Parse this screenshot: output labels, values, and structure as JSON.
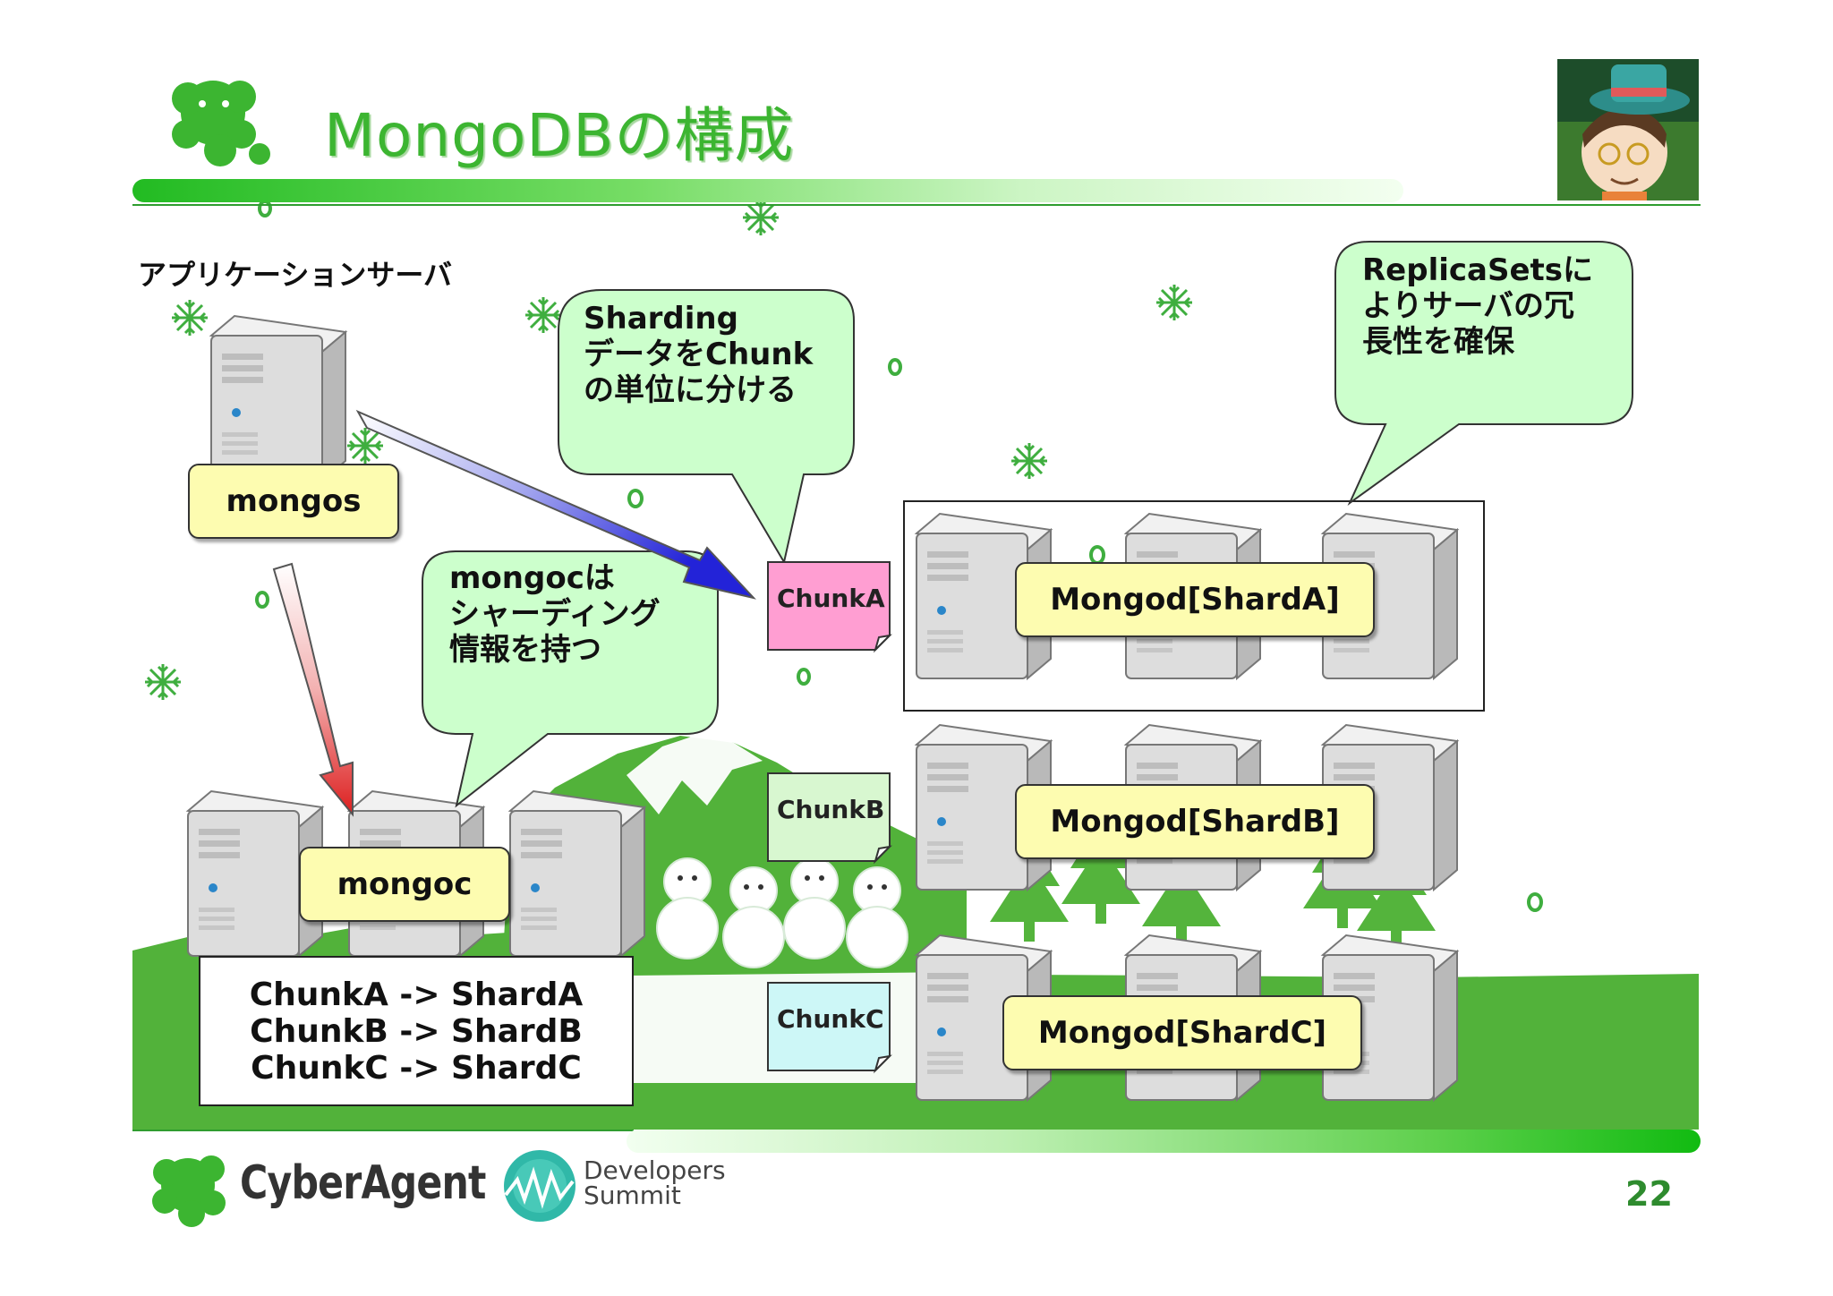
{
  "slide": {
    "title": "MongoDBの構成",
    "page_number": "22"
  },
  "app_server": {
    "label": "アプリケーションサーバ"
  },
  "mongos": {
    "label": "mongos"
  },
  "mongoc": {
    "label": "mongoc"
  },
  "callouts": {
    "sharding": [
      "Sharding",
      "データをChunk",
      "の単位に分ける"
    ],
    "mongoc": [
      "mongocは",
      "シャーディング",
      "情報を持つ"
    ],
    "replica": [
      "ReplicaSetsに",
      "よりサーバの冗",
      "長性を確保"
    ]
  },
  "chunks": [
    {
      "label": "ChunkA",
      "color": "#ff9ed2"
    },
    {
      "label": "ChunkB",
      "color": "#d8f7d0"
    },
    {
      "label": "ChunkC",
      "color": "#cdf7f7"
    }
  ],
  "shards": [
    {
      "label": "Mongod[ShardA]"
    },
    {
      "label": "Mongod[ShardB]"
    },
    {
      "label": "Mongod[ShardC]"
    }
  ],
  "mapping": [
    "ChunkA -> ShardA",
    "ChunkB -> ShardB",
    "ChunkC -> ShardC"
  ],
  "footer": {
    "company": "CyberAgent",
    "event_line1": "Developers",
    "event_line2": "Summit"
  },
  "colors": {
    "brand_green": "#3cb531",
    "landscape_green": "#52b23a",
    "callout_fill": "#ccffcc",
    "label_fill": "#fdfcb0"
  }
}
